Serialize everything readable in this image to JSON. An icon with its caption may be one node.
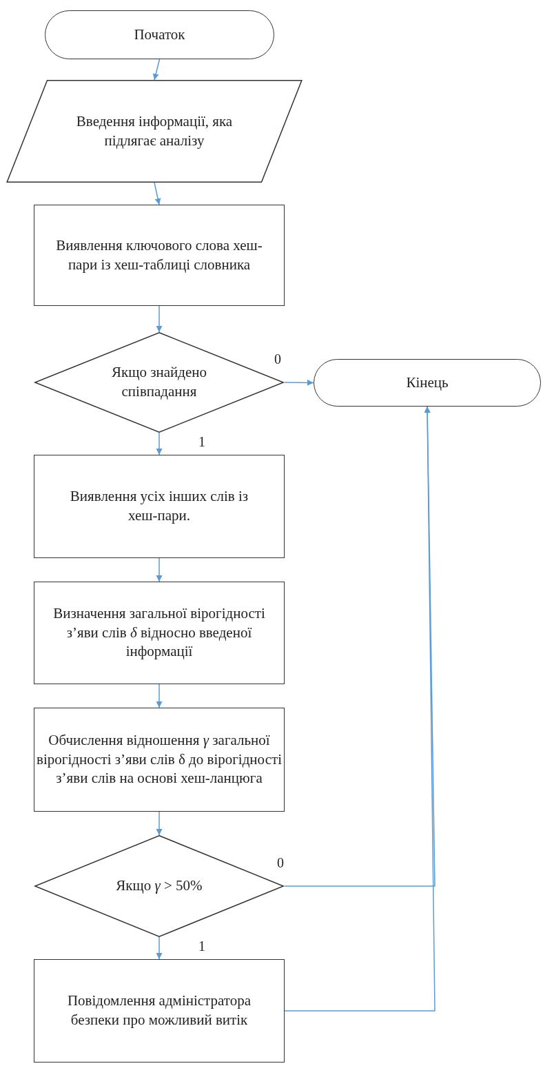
{
  "diagram": {
    "nodes": [
      {
        "text": [
          "Початок"
        ]
      },
      {
        "text": [
          "Введення інформації, яка підлягає аналізу"
        ]
      },
      {
        "text": [
          "Виявлення ключового слова хеш-пари із хеш-таблиці словника"
        ]
      },
      {
        "text": [
          "Якщо знайдено співпадання"
        ]
      },
      {
        "text": [
          "Кінець"
        ]
      },
      {
        "text": [
          "Виявлення усіх інших слів із хеш-пари."
        ]
      },
      {
        "text": [
          "Визначення загальної вірогідності з’яви слів *δ* відносно введеної інформації"
        ]
      },
      {
        "text": [
          "Обчислення відношення *γ* загальної вірогідності з’яви слів δ до вірогідності з’яви слів на основі хеш-ланцюга"
        ]
      },
      {
        "text": [
          "Якщо *γ* > 50%"
        ]
      },
      {
        "text": [
          "Повідомлення адміністратора безпеки про можливий витік"
        ]
      }
    ],
    "edges": [
      {
        "from": 0,
        "to": 1,
        "arrow": "to"
      },
      {
        "from": 1,
        "to": 2,
        "arrow": "to"
      },
      {
        "from": 2,
        "to": 3,
        "arrow": "to"
      },
      {
        "from": 3,
        "to": 4,
        "arrow": "to",
        "label": "0"
      },
      {
        "from": 3,
        "to": 5,
        "arrow": "to",
        "label": "1"
      },
      {
        "from": 5,
        "to": 6,
        "arrow": "to"
      },
      {
        "from": 6,
        "to": 7,
        "arrow": "to"
      },
      {
        "from": 7,
        "to": 8,
        "arrow": "to"
      },
      {
        "from": 8,
        "to": 4,
        "arrow": "to",
        "label": "0"
      },
      {
        "from": 8,
        "to": 9,
        "arrow": "to",
        "label": "1"
      },
      {
        "from": 9,
        "to": 4,
        "arrow": "to"
      }
    ]
  }
}
